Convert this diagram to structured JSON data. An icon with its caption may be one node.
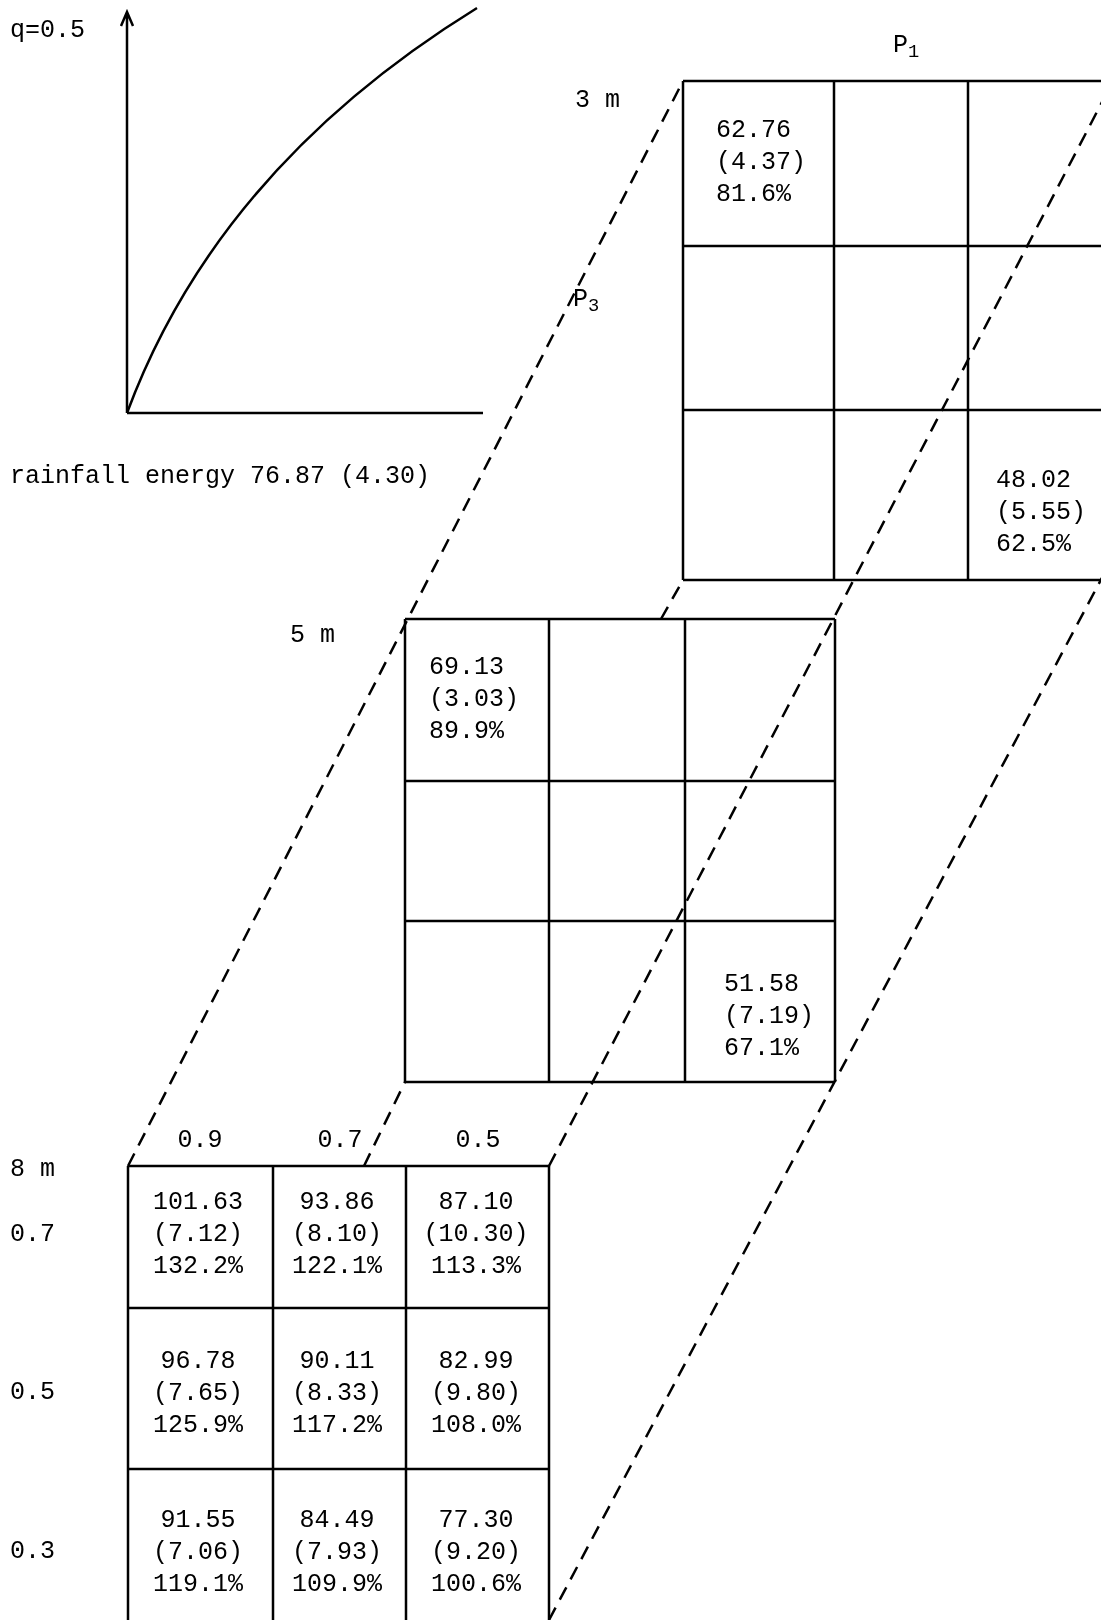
{
  "diagram": {
    "labels": [
      "q=0.5",
      "P$_{1}$",
      "3 m",
      "62.76",
      "(4.37)",
      "81.6%",
      "P$_{3}$",
      "rainfall energy 76.87 (4.30)",
      "48.02",
      "(5.55)",
      "62.5%",
      "5 m",
      "69.13",
      "(3.03)",
      "89.9%",
      "51.58",
      "(7.19)",
      "67.1%",
      "0.9",
      "0.7",
      "0.5",
      "8 m",
      "0.7",
      "101.63",
      "(7.12)",
      "132.2%",
      "93.86",
      "(8.10)",
      "122.1%",
      "87.10",
      "(10.30)",
      "113.3%",
      "0.5",
      "96.78",
      "(7.65)",
      "125.9%",
      "90.11",
      "(8.33)",
      "117.2%",
      "82.99",
      "(9.80)",
      "108.0%",
      "0.3",
      "91.55",
      "(7.06)",
      "119.1%",
      "84.49",
      "(7.93)",
      "109.9%",
      "77.30",
      "(9.20)",
      "100.6%"
    ]
  }
}
